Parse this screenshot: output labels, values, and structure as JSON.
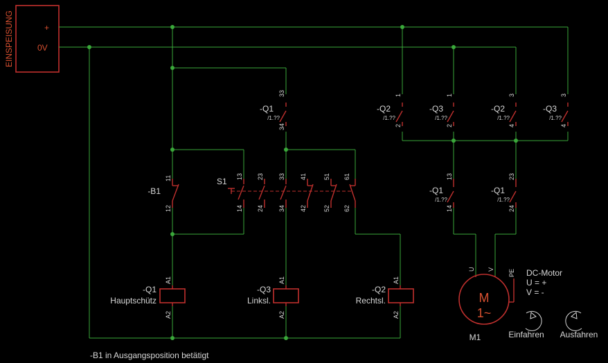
{
  "supply": {
    "title": "EINSPEISUNG",
    "plus": "+",
    "zero": "0V"
  },
  "contacts": {
    "q1_top": {
      "name": "-Q1",
      "ref": "/1.??",
      "pin_a": "33",
      "pin_b": "34"
    },
    "q2_a": {
      "name": "-Q2",
      "ref": "/1.??",
      "pin_a": "1",
      "pin_b": "2"
    },
    "q3_a": {
      "name": "-Q3",
      "ref": "/1.??",
      "pin_a": "1",
      "pin_b": "2"
    },
    "q2_b": {
      "name": "-Q2",
      "ref": "/1.??",
      "pin_a": "3",
      "pin_b": "4"
    },
    "q3_b": {
      "name": "-Q3",
      "ref": "/1.??",
      "pin_a": "3",
      "pin_b": "4"
    },
    "q1_m1": {
      "name": "-Q1",
      "ref": "/1.??",
      "pin_a": "13",
      "pin_b": "14"
    },
    "q1_m2": {
      "name": "-Q1",
      "ref": "/1.??",
      "pin_a": "23",
      "pin_b": "24"
    }
  },
  "b1": {
    "name": "-B1",
    "pin_a": "11",
    "pin_b": "12"
  },
  "s1": {
    "name": "S1",
    "pins_top": [
      "13",
      "23",
      "33",
      "41",
      "51",
      "61"
    ],
    "pins_bottom": [
      "14",
      "24",
      "34",
      "42",
      "52",
      "62"
    ]
  },
  "coils": [
    {
      "name": "-Q1",
      "label": "Hauptschütz",
      "a1": "A1",
      "a2": "A2"
    },
    {
      "name": "-Q3",
      "label": "Linksl.",
      "a1": "A1",
      "a2": "A2"
    },
    {
      "name": "-Q2",
      "label": "Rechtsl.",
      "a1": "A1",
      "a2": "A2"
    }
  ],
  "motor": {
    "symbol": "M",
    "phase": "1~",
    "designation": "M1",
    "pins": [
      "U",
      "V",
      "PE"
    ],
    "desc": [
      "DC-Motor",
      "U = +",
      "V = -"
    ]
  },
  "direction": {
    "left": "Einfahren",
    "right": "Ausfahren"
  },
  "note": "-B1 in Ausgangsposition betätigt"
}
